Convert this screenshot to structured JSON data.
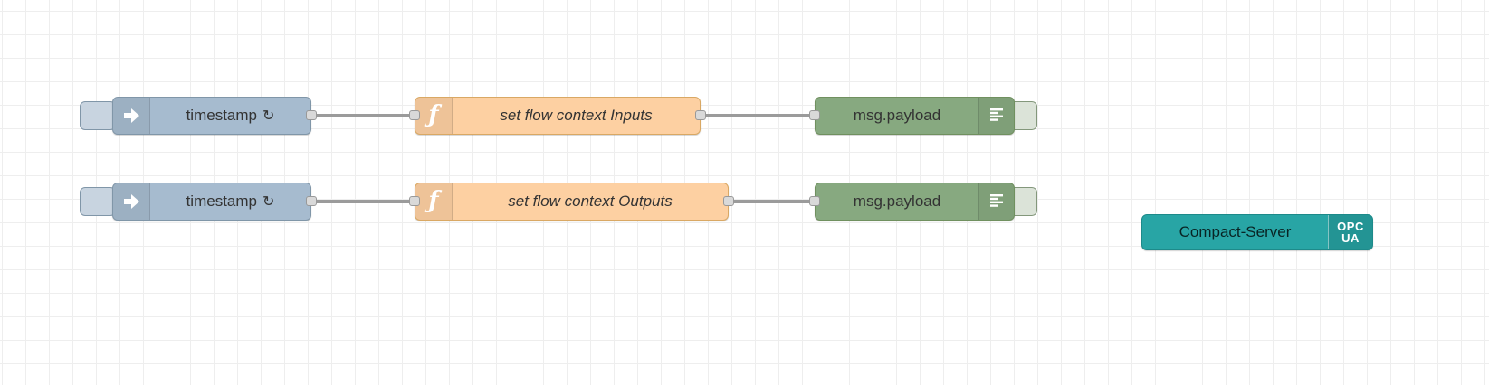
{
  "app": {
    "name": "flow-editor-workspace"
  },
  "nodes": {
    "inject1": {
      "type": "inject",
      "label": "timestamp",
      "repeat_indicator": "↻"
    },
    "function1": {
      "type": "function",
      "label": "set flow context Inputs",
      "icon_glyph": "ƒ"
    },
    "debug1": {
      "type": "debug",
      "label": "msg.payload"
    },
    "inject2": {
      "type": "inject",
      "label": "timestamp",
      "repeat_indicator": "↻"
    },
    "function2": {
      "type": "function",
      "label": "set flow context Outputs",
      "icon_glyph": "ƒ"
    },
    "debug2": {
      "type": "debug",
      "label": "msg.payload"
    },
    "server": {
      "type": "opcua-compact-server",
      "label": "Compact-Server",
      "badge_line1": "OPC",
      "badge_line2": "UA"
    }
  },
  "colors": {
    "inject_node": "#a6bbcf",
    "function_node": "#fdd0a2",
    "debug_node": "#87a980",
    "server_node": "#28a5a5",
    "wire": "#9b9b9b",
    "grid": "#eeeeee",
    "canvas_bg": "#ffffff"
  }
}
